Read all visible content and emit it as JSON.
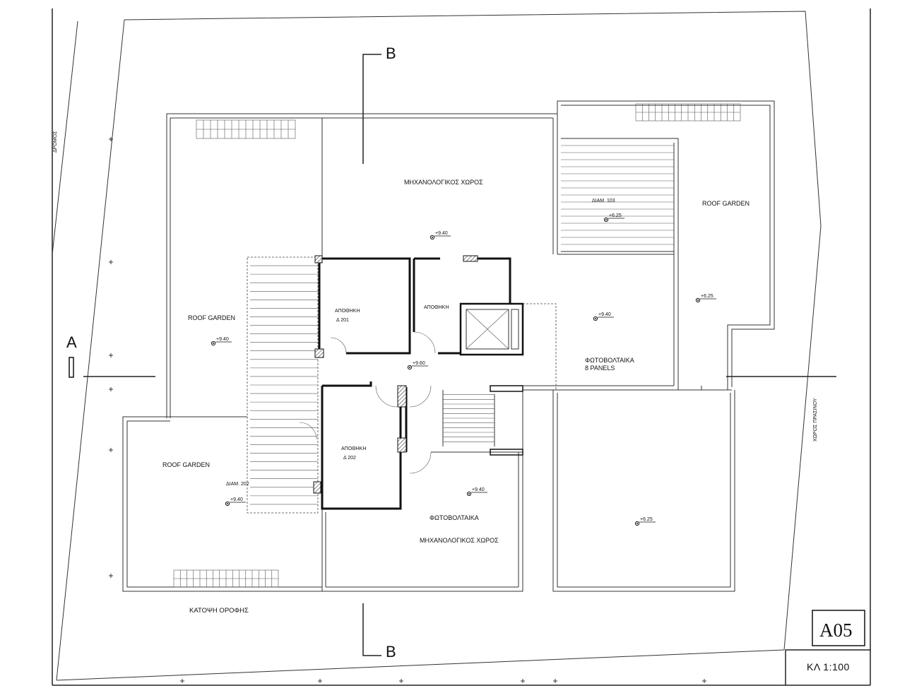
{
  "section_markers": {
    "a_label": "A",
    "b_top_label": "B",
    "b_bottom_label": "B"
  },
  "rooms": {
    "mech_top": "ΜΗΧΑΝΟΛΟΓΙΚΟΣ ΧΩΡΟΣ",
    "roof_garden_right": "ROOF GARDEN",
    "roof_garden_left": "ROOF GARDEN",
    "roof_garden_bottom_left": "ROOF GARDEN",
    "storage_201_title": "ΑΠΟΘΗΚΗ",
    "storage_201_code": "Δ 201",
    "storage_right_title": "ΑΠΟΘΗΚΗ",
    "storage_202_title": "ΑΠΟΘΗΚΗ",
    "storage_202_code": "Δ 202",
    "pv_right": "ΦΩΤΟΒΟΛΤΑΙΚΑ",
    "pv_right_panels": "8 PANELS",
    "pv_bottom": "ΦΩΤΟΒΟΛΤΑΙΚΑ",
    "mech_bottom": "ΜΗΧΑΝΟΛΟΓΙΚΟΣ ΧΩΡΟΣ",
    "apt_103": "ΔΙΑΜ. 103",
    "apt_202": "ΔΙΑΜ. 202"
  },
  "levels": {
    "mech_top": "+9.40",
    "apt_103": "+6.25",
    "roof_right": "+6.25",
    "pv_right": "+9.40",
    "roof_left": "+9.40",
    "corridor": "+9.60",
    "bottom_left": "+9.40",
    "pv_bottom": "+9.40",
    "bottom_right": "+6.25"
  },
  "side_labels": {
    "left_road": "ΔΡΟΜΟΣ",
    "right_green": "ΧΩΡΟΣ ΠΡΑΣΙΝΟΥ"
  },
  "plan_title": "ΚΑΤΟΨΗ ΟΡΟΦΗΣ",
  "title_block": {
    "sheet": "A05",
    "scale": "ΚΛ  1:100"
  }
}
